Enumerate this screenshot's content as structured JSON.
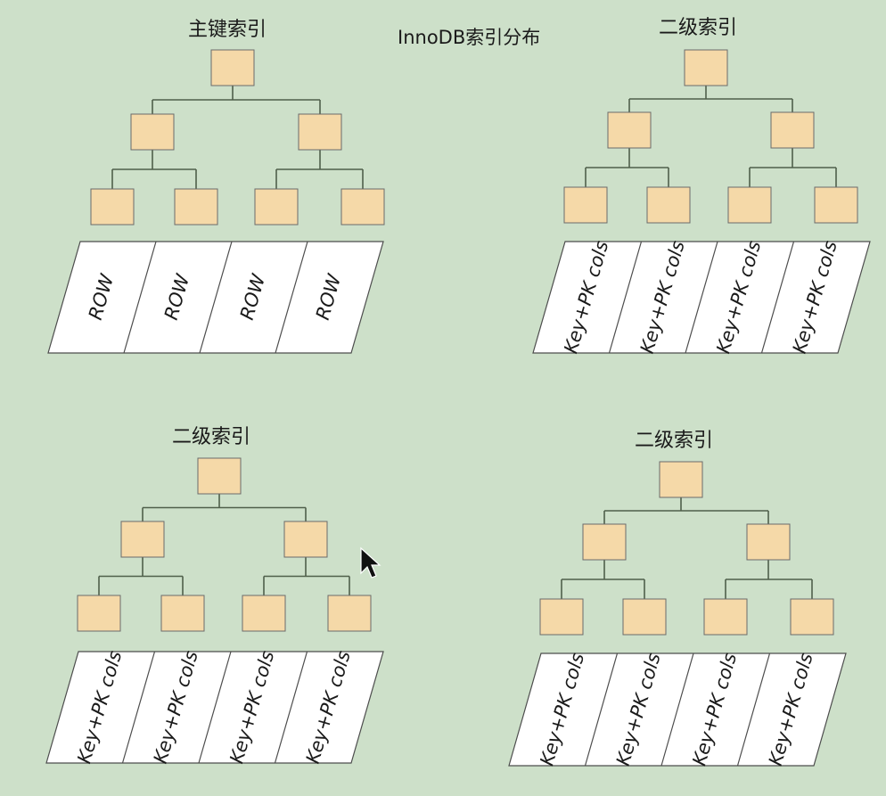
{
  "title": "InnoDB索引分布",
  "trees": [
    {
      "label": "主键索引",
      "cells": [
        "ROW",
        "ROW",
        "ROW",
        "ROW"
      ]
    },
    {
      "label": "二级索引",
      "cells": [
        "Key+PK cols",
        "Key+PK cols",
        "Key+PK cols",
        "Key+PK cols"
      ]
    },
    {
      "label": "二级索引",
      "cells": [
        "Key+PK cols",
        "Key+PK cols",
        "Key+PK cols",
        "Key+PK cols"
      ]
    },
    {
      "label": "二级索引",
      "cells": [
        "Key+PK cols",
        "Key+PK cols",
        "Key+PK cols",
        "Key+PK cols"
      ]
    }
  ],
  "colors": {
    "background": "#cde0c9",
    "node_fill": "#f5d9a8",
    "link": "#4f5f4a"
  },
  "icons": {
    "cursor": "mouse-pointer-icon"
  }
}
